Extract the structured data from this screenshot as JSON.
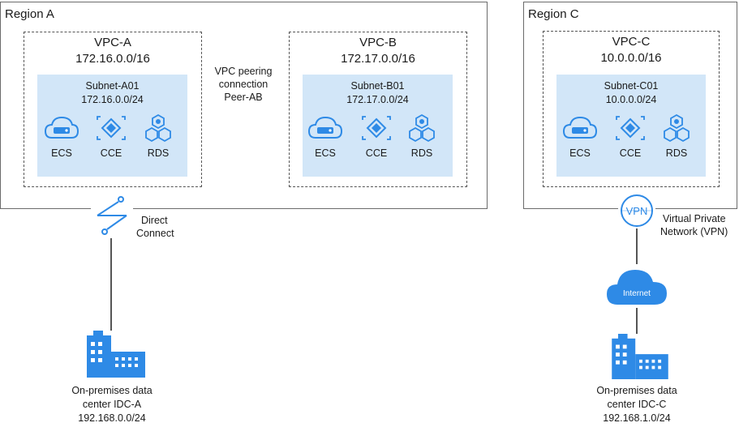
{
  "regions": [
    {
      "title": "Region A"
    },
    {
      "title": "Region C"
    }
  ],
  "vpcs": {
    "a": {
      "name": "VPC-A",
      "cidr": "172.16.0.0/16",
      "subnet_name": "Subnet-A01",
      "subnet_cidr": "172.16.0.0/24"
    },
    "b": {
      "name": "VPC-B",
      "cidr": "172.17.0.0/16",
      "subnet_name": "Subnet-B01",
      "subnet_cidr": "172.17.0.0/24"
    },
    "c": {
      "name": "VPC-C",
      "cidr": "10.0.0.0/16",
      "subnet_name": "Subnet-C01",
      "subnet_cidr": "10.0.0.0/24"
    }
  },
  "services": {
    "ecs": "ECS",
    "cce": "CCE",
    "rds": "RDS"
  },
  "peering": {
    "line1": "VPC peering",
    "line2": "connection",
    "line3": "Peer-AB"
  },
  "direct_connect": {
    "line1": "Direct",
    "line2": "Connect"
  },
  "vpn": {
    "icon_text": "VPN",
    "line1": "Virtual Private",
    "line2": "Network (VPN)"
  },
  "internet": {
    "label": "Internet"
  },
  "idc_a": {
    "line1": "On-premises data",
    "line2": "center IDC-A",
    "line3": "192.168.0.0/24"
  },
  "idc_c": {
    "line1": "On-premises data",
    "line2": "center IDC-C",
    "line3": "192.168.1.0/24"
  },
  "colors": {
    "accent": "#2e8ae6",
    "subnet_bg": "#d2e6f8",
    "line": "#555555",
    "border": "#6b6b6b"
  }
}
